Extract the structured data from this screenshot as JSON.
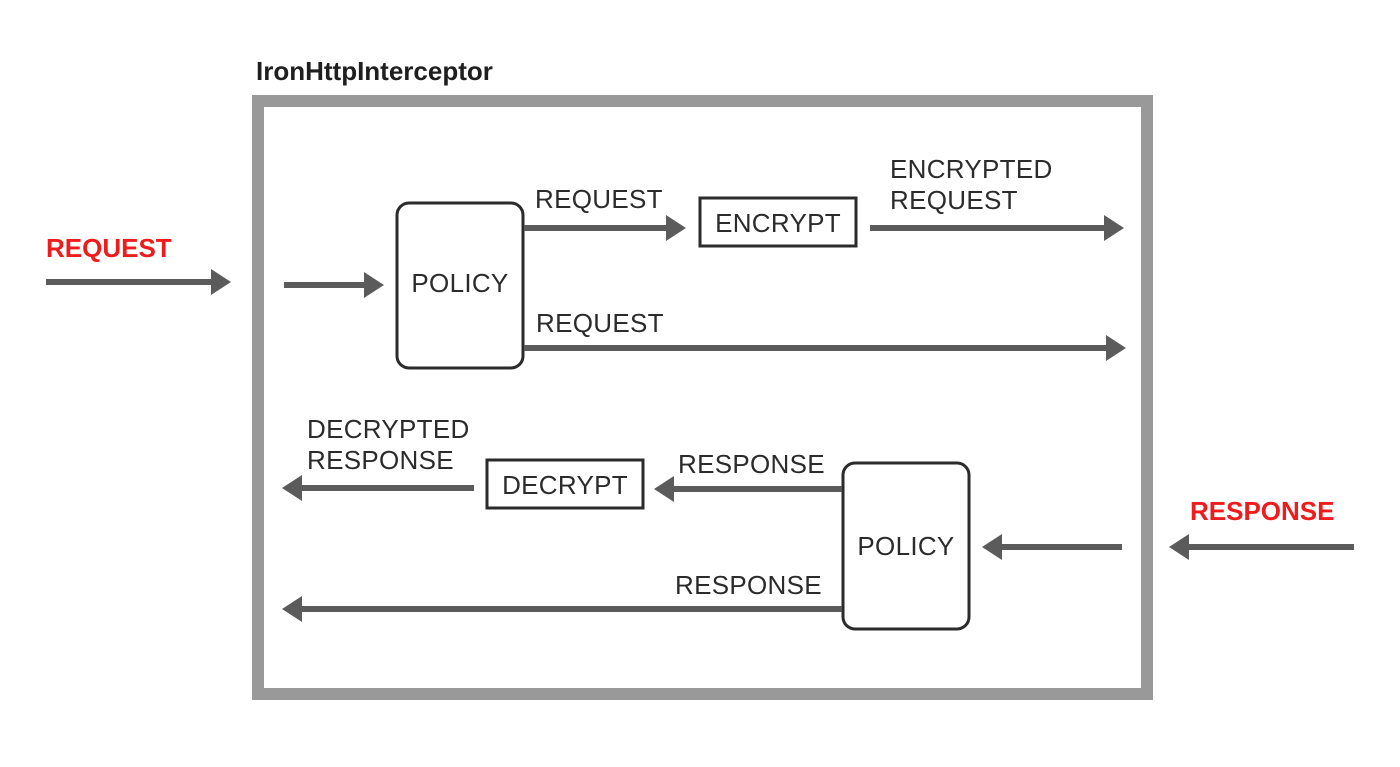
{
  "colors": {
    "accent": "#ee1c1c",
    "arrow": "#5b5b5b",
    "frame": "#999999",
    "text": "#2b2b2b"
  },
  "diagram": {
    "title": "IronHttpInterceptor",
    "external": {
      "request": "REQUEST",
      "response": "RESPONSE"
    },
    "request_flow": {
      "policy": "POLICY",
      "encrypt": "ENCRYPT",
      "to_encrypt_label": "REQUEST",
      "encrypted_line1": "ENCRYPTED",
      "encrypted_line2": "REQUEST",
      "bypass_label": "REQUEST"
    },
    "response_flow": {
      "policy": "POLICY",
      "decrypt": "DECRYPT",
      "to_decrypt_label": "RESPONSE",
      "decrypted_line1": "DECRYPTED",
      "decrypted_line2": "RESPONSE",
      "bypass_label": "RESPONSE"
    }
  }
}
